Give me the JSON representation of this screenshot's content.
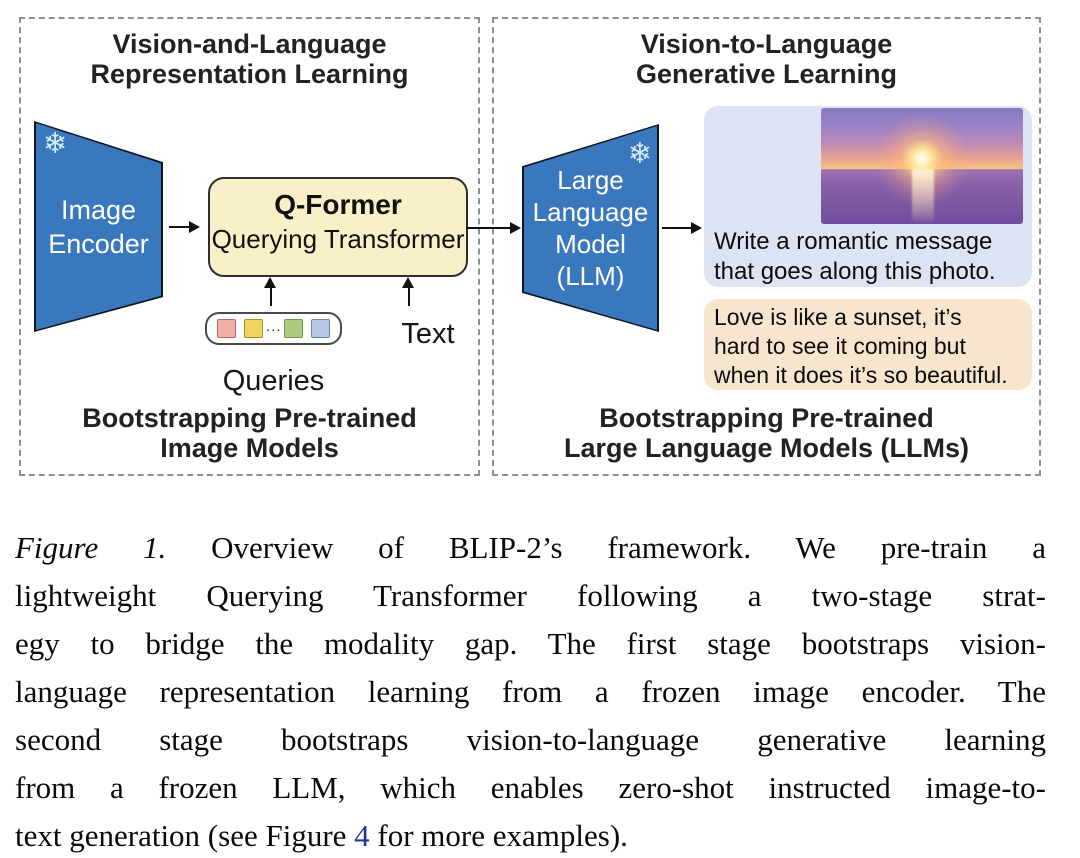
{
  "diagram": {
    "left_panel": {
      "title": {
        "line1": "Vision-and-Language",
        "line2": "Representation Learning"
      },
      "image_encoder": {
        "line1": "Image",
        "line2": "Encoder"
      },
      "frozen_icon": "❄",
      "qformer": {
        "title": "Q-Former",
        "subtitle": "Querying Transformer"
      },
      "queries": {
        "label": "Queries",
        "dots": "···"
      },
      "text_label": "Text",
      "footer": {
        "line1": "Bootstrapping Pre-trained",
        "line2": "Image Models"
      }
    },
    "right_panel": {
      "title": {
        "line1": "Vision-to-Language",
        "line2": "Generative Learning"
      },
      "llm": {
        "line1": "Large",
        "line2": "Language",
        "line3": "Model",
        "line4": "(LLM)"
      },
      "frozen_icon": "❄",
      "prompt": {
        "line1": "Write a romantic message",
        "line2": "that goes along this photo."
      },
      "response": {
        "line1": "Love is like a sunset, it’s",
        "line2": "hard to see it coming but",
        "line3": "when it does it’s so beautiful."
      },
      "footer": {
        "line1": "Bootstrapping Pre-trained",
        "line2": "Large Language Models (LLMs)"
      }
    },
    "colors": {
      "encoder_blue": "#3a78bd",
      "qformer_yellow": "#faf0c8",
      "prompt_lavender": "#dde3f3",
      "response_peach": "#f8e5ce",
      "query_pink": "#efafa6",
      "query_yellow": "#efd35f",
      "query_green": "#abcb81",
      "query_blue": "#b6c7e3",
      "dashed_border_gray": "#8f8f8f",
      "link_blue": "#22359c"
    }
  },
  "caption": {
    "label_italic": "Figure 1.",
    "line1_rest": "Overview of BLIP-2’s framework.  We pre-train a",
    "line2": "lightweight Querying Transformer following a two-stage strat-",
    "line3": "egy to bridge the modality gap. The first stage bootstraps vision-",
    "line4": "language representation learning from a frozen image encoder. The",
    "line5": "second stage bootstraps vision-to-language generative learning",
    "line6": "from a frozen LLM, which enables zero-shot instructed image-to-",
    "line7_pre": "text generation (see Figure ",
    "line7_link": "4",
    "line7_post": " for more examples)."
  }
}
